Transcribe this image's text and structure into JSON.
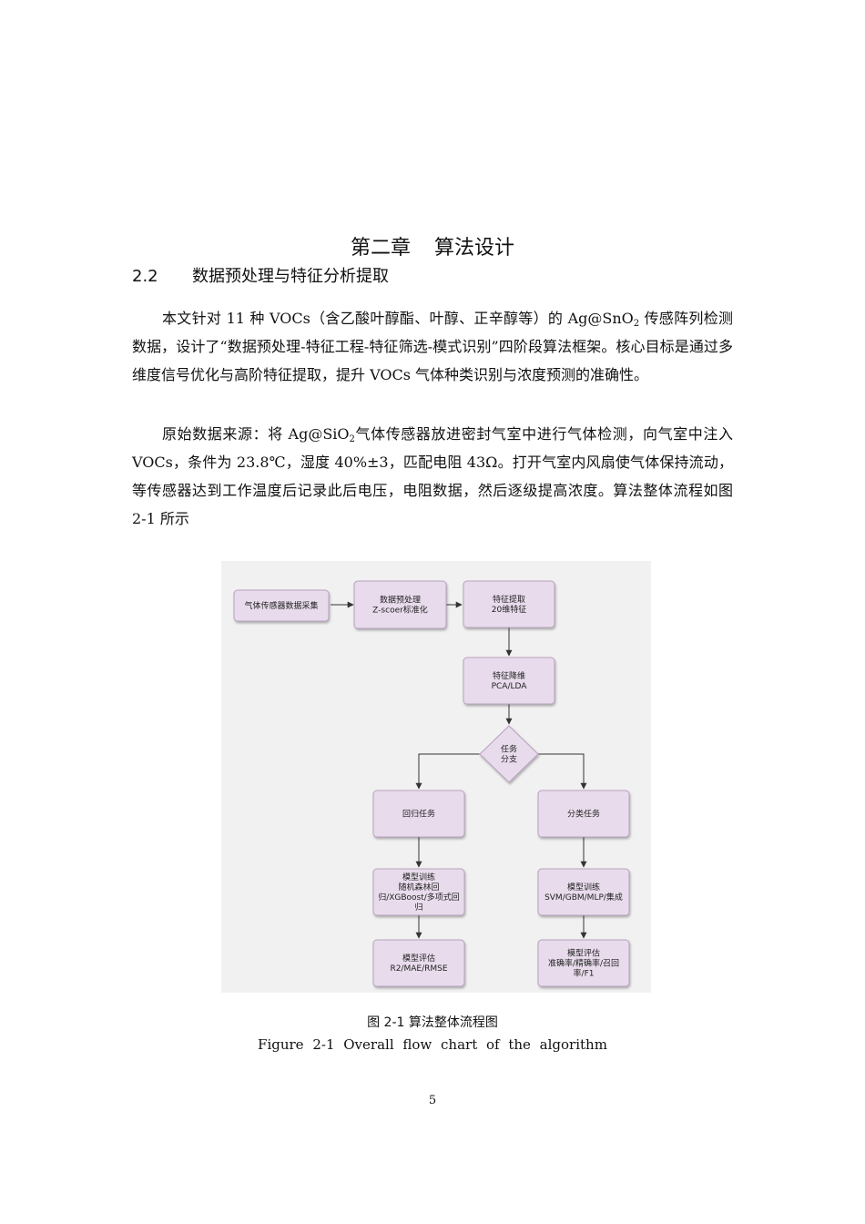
{
  "chapter": {
    "title": "第二章",
    "subtitle": "算法设计"
  },
  "section": {
    "number": "2.2",
    "title": "数据预处理与特征分析提取"
  },
  "paragraph1": {
    "a": "本文针对 11 种 VOCs（含乙酸叶醇酯、叶醇、正辛醇等）的 Ag@SnO",
    "sub": "2",
    "b": " 传感阵列检测数据，设计了“数据预处理-特征工程-特征筛选-模式识别”四阶段算法框架。核心目标是通过多维度信号优化与高阶特征提取，提升 VOCs 气体种类识别与浓度预测的准确性。"
  },
  "paragraph2": {
    "a": "原始数据来源：将 Ag@SiO",
    "sub": "2",
    "b": "气体传感器放进密封气室中进行气体检测，向气室中注入 VOCs，条件为 23.8℃，湿度 40%±3，匹配电阻 43Ω。打开气室内风扇使气体保持流动，等传感器达到工作温度后记录此后电压，电阻数据，然后逐级提高浓度。算法整体流程如图 2-1 所示"
  },
  "flowchart": {
    "nodes": {
      "acquire": [
        "气体传感器数据采集"
      ],
      "preprocess": [
        "数据预处理",
        "Z-scoer标准化"
      ],
      "feature": [
        "特征提取",
        "20维特征"
      ],
      "reduce": [
        "特征降维",
        "PCA/LDA"
      ],
      "branch": [
        "任务",
        "分支"
      ],
      "regression": [
        "回归任务"
      ],
      "classification": [
        "分类任务"
      ],
      "reg_train": [
        "模型训练",
        "随机森林回",
        "归/XGBoost/多项式回",
        "归"
      ],
      "cls_train": [
        "模型训练",
        "SVM/GBM/MLP/集成"
      ],
      "reg_eval": [
        "模型评估",
        "R2/MAE/RMSE"
      ],
      "cls_eval": [
        "模型评估",
        "准确率/精确率/召回",
        "率/F1"
      ]
    },
    "colors": {
      "node_fill": "#e8dcec",
      "node_stroke": "#b8a0be",
      "edge": "#333333",
      "background": "#f1f1f1"
    }
  },
  "figure": {
    "caption_cn": "图 2-1  算法整体流程图",
    "caption_en": "Figure 2-1 Overall flow chart of the algorithm"
  },
  "page_number": "5"
}
